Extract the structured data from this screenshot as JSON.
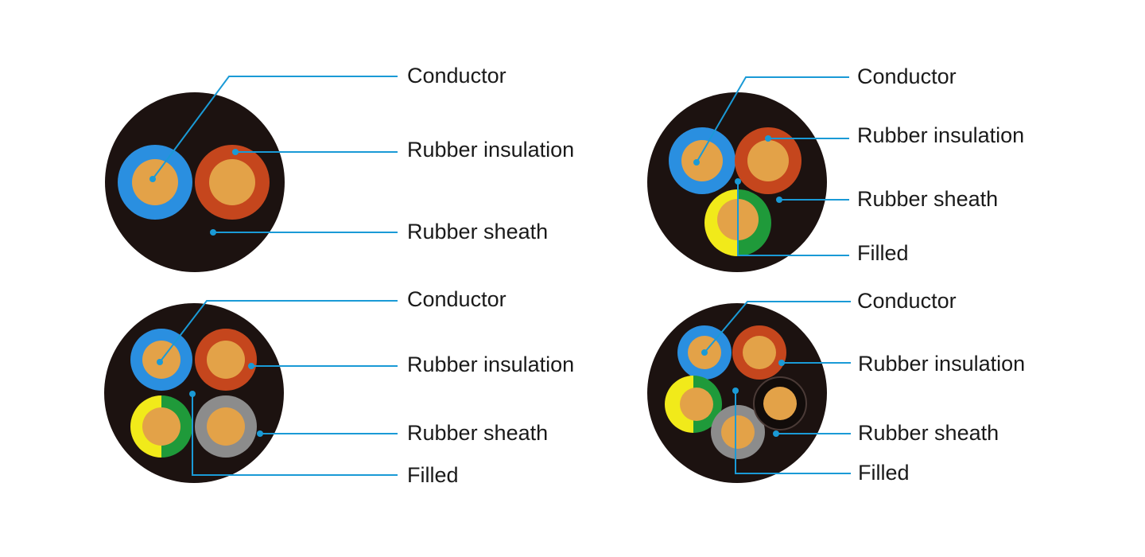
{
  "diagrams": [
    {
      "id": "two-core-cable",
      "cores": [
        {
          "insulation_color": "#2a8fe0",
          "conductor_color": "#e3a248"
        },
        {
          "insulation_color": "#c5461d",
          "conductor_color": "#e3a248"
        }
      ],
      "labels": {
        "conductor": "Conductor",
        "insulation": "Rubber insulation",
        "sheath": "Rubber sheath"
      }
    },
    {
      "id": "three-core-cable",
      "cores": [
        {
          "insulation_color": "#2a8fe0",
          "conductor_color": "#e3a248"
        },
        {
          "insulation_color": "#c5461d",
          "conductor_color": "#e3a248"
        },
        {
          "insulation_color": "#f1ea1a/#1f9a3a",
          "conductor_color": "#e3a248"
        }
      ],
      "labels": {
        "conductor": "Conductor",
        "insulation": "Rubber insulation",
        "sheath": "Rubber sheath",
        "filled": "Filled"
      }
    },
    {
      "id": "four-core-cable",
      "cores": [
        {
          "insulation_color": "#2a8fe0",
          "conductor_color": "#e3a248"
        },
        {
          "insulation_color": "#c5461d",
          "conductor_color": "#e3a248"
        },
        {
          "insulation_color": "#f1ea1a/#1f9a3a",
          "conductor_color": "#e3a248"
        },
        {
          "insulation_color": "#8c8c8c",
          "conductor_color": "#e3a248"
        }
      ],
      "labels": {
        "conductor": "Conductor",
        "insulation": "Rubber insulation",
        "sheath": "Rubber sheath",
        "filled": "Filled"
      }
    },
    {
      "id": "five-core-cable",
      "cores": [
        {
          "insulation_color": "#2a8fe0",
          "conductor_color": "#e3a248"
        },
        {
          "insulation_color": "#c5461d",
          "conductor_color": "#e3a248"
        },
        {
          "insulation_color": "#f1ea1a/#1f9a3a",
          "conductor_color": "#e3a248"
        },
        {
          "insulation_color": "#8c8c8c",
          "conductor_color": "#e3a248"
        },
        {
          "insulation_color": "#1a1210",
          "conductor_color": "#e3a248"
        }
      ],
      "labels": {
        "conductor": "Conductor",
        "insulation": "Rubber insulation",
        "sheath": "Rubber sheath",
        "filled": "Filled"
      }
    }
  ],
  "colors": {
    "sheath": "#1c1210",
    "leader_line": "#1a9ad6",
    "label_text": "#1a1a1a",
    "background": "#ffffff"
  }
}
